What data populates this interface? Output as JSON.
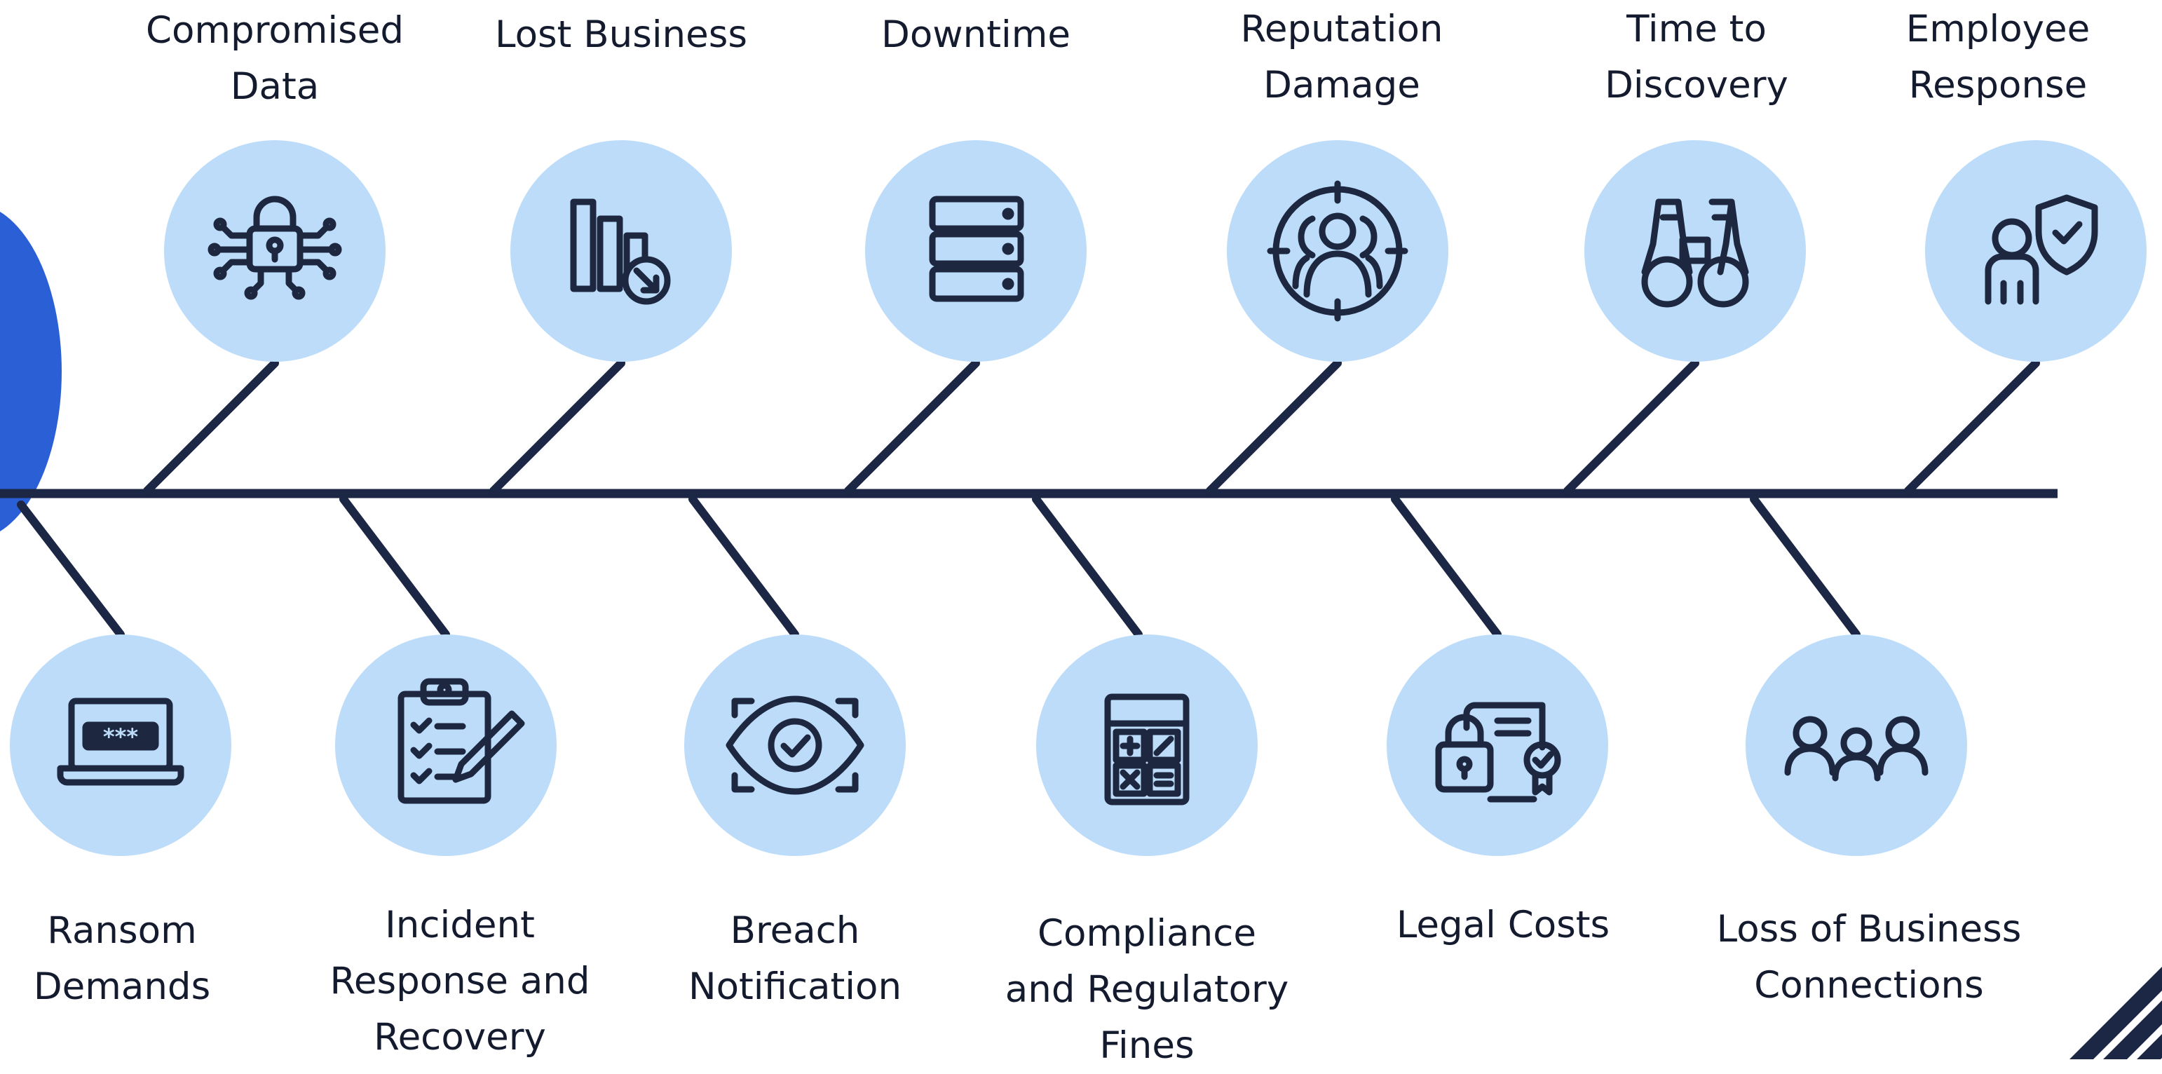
{
  "diagram": {
    "top_branches": [
      {
        "label_lines": [
          "Compromised",
          "Data"
        ],
        "icon": "lock-circuit-icon"
      },
      {
        "label_lines": [
          "Lost Business"
        ],
        "icon": "declining-bar-chart-icon"
      },
      {
        "label_lines": [
          "Downtime"
        ],
        "icon": "server-rack-icon"
      },
      {
        "label_lines": [
          "Reputation",
          "Damage"
        ],
        "icon": "crosshair-people-icon"
      },
      {
        "label_lines": [
          "Time to",
          "Discovery"
        ],
        "icon": "binoculars-icon"
      },
      {
        "label_lines": [
          "Employee",
          "Response"
        ],
        "icon": "person-shield-icon"
      }
    ],
    "bottom_branches": [
      {
        "label_lines": [
          "Ransom",
          "Demands"
        ],
        "icon": "laptop-password-icon"
      },
      {
        "label_lines": [
          "Incident",
          "Response and",
          "Recovery"
        ],
        "icon": "clipboard-checklist-pen-icon"
      },
      {
        "label_lines": [
          "Breach",
          "Notification"
        ],
        "icon": "eye-check-icon"
      },
      {
        "label_lines": [
          "Compliance",
          "and Regulatory",
          "Fines"
        ],
        "icon": "calculator-icon"
      },
      {
        "label_lines": [
          "Legal Costs"
        ],
        "icon": "legal-document-lock-icon"
      },
      {
        "label_lines": [
          "Loss of Business",
          "Connections"
        ],
        "icon": "people-group-icon"
      }
    ],
    "colors": {
      "spine": "#1b2744",
      "circle_fill": "#bcdcfa",
      "icon_stroke": "#1d2740",
      "accent_blue": "#2a5fd6",
      "text": "#151b2e"
    }
  }
}
